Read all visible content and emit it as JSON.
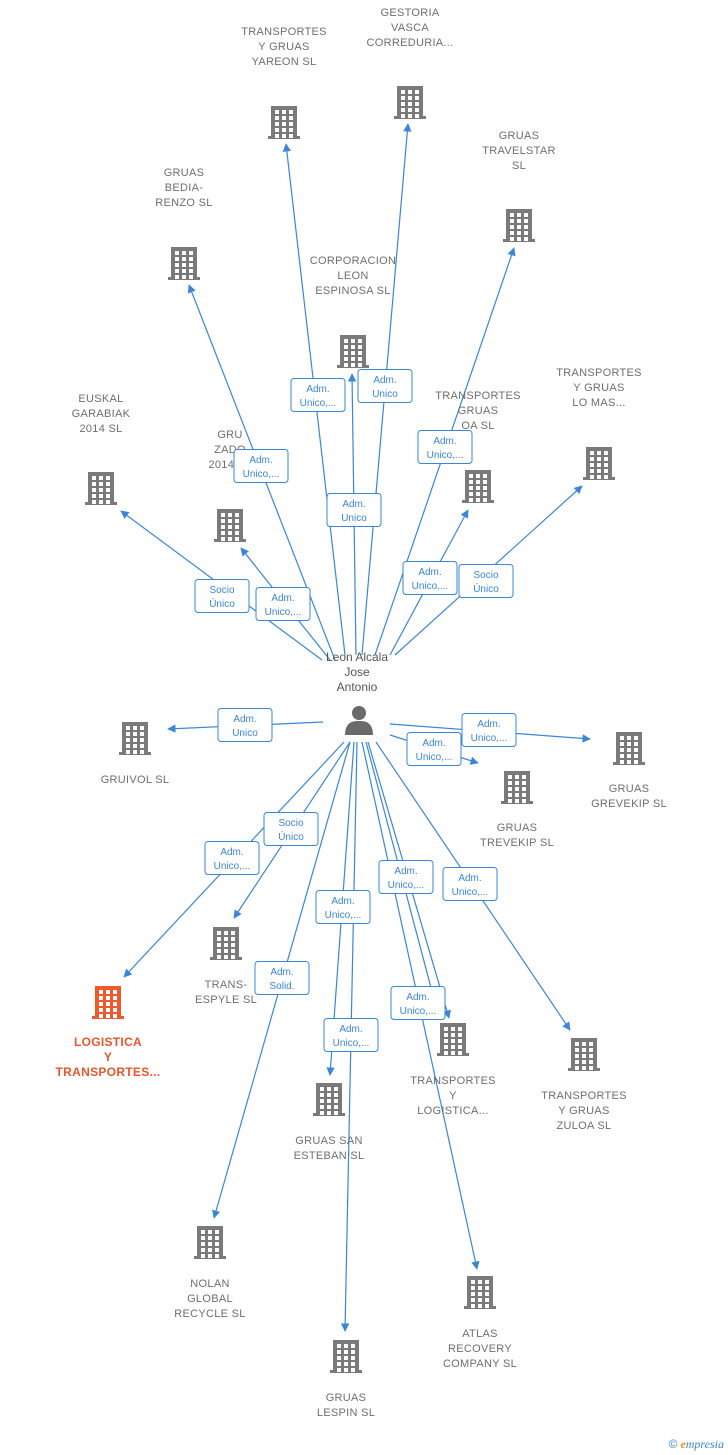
{
  "center_person": {
    "id": "person",
    "lines": [
      "Leon Alcala",
      "Jose",
      "Antonio"
    ],
    "icon": "person-icon"
  },
  "companies": [
    {
      "id": "yareon",
      "lines": [
        "TRANSPORTES",
        "Y GRUAS",
        "YAREON  SL"
      ],
      "icon": "building-icon"
    },
    {
      "id": "gestoria",
      "lines": [
        "GESTORIA",
        "VASCA",
        "CORREDURIA..."
      ],
      "icon": "building-icon"
    },
    {
      "id": "travelstar",
      "lines": [
        "GRUAS",
        "TRAVELSTAR",
        "SL"
      ],
      "icon": "building-icon"
    },
    {
      "id": "bediarenzo",
      "lines": [
        "GRUAS",
        "BEDIA-",
        "RENZO  SL"
      ],
      "icon": "building-icon"
    },
    {
      "id": "corporacion",
      "lines": [
        "CORPORACION",
        "LEON",
        "ESPINOSA SL"
      ],
      "icon": "building-icon"
    },
    {
      "id": "transzuloa2",
      "lines": [
        "TRANSPORTES",
        "GRUAS",
        "OA  SL"
      ],
      "icon": "building-icon"
    },
    {
      "id": "lomas",
      "lines": [
        "TRANSPORTES",
        "Y GRUAS",
        "LO MAS..."
      ],
      "icon": "building-icon"
    },
    {
      "id": "euskal",
      "lines": [
        "EUSKAL",
        "GARABIAK",
        "2014  SL"
      ],
      "icon": "building-icon"
    },
    {
      "id": "zadorra",
      "lines": [
        "GRU",
        "ZADO",
        "2014  SL"
      ],
      "icon": "building-icon"
    },
    {
      "id": "gruivol",
      "lines": [
        "GRUIVOL SL"
      ],
      "icon": "building-icon"
    },
    {
      "id": "grevekip",
      "lines": [
        "GRUAS",
        "GREVEKIP  SL"
      ],
      "icon": "building-icon"
    },
    {
      "id": "trevekip",
      "lines": [
        "GRUAS",
        "TREVEKIP  SL"
      ],
      "icon": "building-icon"
    },
    {
      "id": "transespyle",
      "lines": [
        "TRANS-",
        "ESPYLE  SL"
      ],
      "icon": "building-icon"
    },
    {
      "id": "logistica",
      "lines": [
        "LOGISTICA",
        "Y",
        "TRANSPORTES..."
      ],
      "icon": "building-icon",
      "highlight": true
    },
    {
      "id": "translogistica",
      "lines": [
        "TRANSPORTES",
        "Y",
        "LOGISTICA..."
      ],
      "icon": "building-icon"
    },
    {
      "id": "zuloa",
      "lines": [
        "TRANSPORTES",
        "Y GRUAS",
        "ZULOA  SL"
      ],
      "icon": "building-icon"
    },
    {
      "id": "sanesteban",
      "lines": [
        "GRUAS SAN",
        "ESTEBAN  SL"
      ],
      "icon": "building-icon"
    },
    {
      "id": "nolan",
      "lines": [
        "NOLAN",
        "GLOBAL",
        "RECYCLE  SL"
      ],
      "icon": "building-icon"
    },
    {
      "id": "atlas",
      "lines": [
        "ATLAS",
        "RECOVERY",
        "COMPANY  SL"
      ],
      "icon": "building-icon"
    },
    {
      "id": "lespin",
      "lines": [
        "GRUAS",
        "LESPIN  SL"
      ],
      "icon": "building-icon"
    }
  ],
  "edges": [
    {
      "to": "yareon",
      "label": [
        "Adm.",
        "Unico,..."
      ]
    },
    {
      "to": "gestoria",
      "label": [
        "Adm.",
        "Unico"
      ]
    },
    {
      "to": "travelstar",
      "label": [
        "Adm.",
        "Unico,..."
      ]
    },
    {
      "to": "bediarenzo",
      "label": [
        "Adm.",
        "Unico,..."
      ]
    },
    {
      "to": "corporacion",
      "label": [
        "Adm.",
        "Unico"
      ]
    },
    {
      "to": "transzuloa2",
      "label": [
        "Adm.",
        "Unico,..."
      ]
    },
    {
      "to": "lomas",
      "label": [
        "Socio",
        "Único"
      ]
    },
    {
      "to": "euskal",
      "label": [
        "Socio",
        "Único"
      ]
    },
    {
      "to": "zadorra",
      "label": [
        "Adm.",
        "Unico,..."
      ]
    },
    {
      "to": "gruivol",
      "label": [
        "Adm.",
        "Unico"
      ]
    },
    {
      "to": "grevekip",
      "label": [
        "Adm.",
        "Unico,..."
      ]
    },
    {
      "to": "trevekip",
      "label": [
        "Adm.",
        "Unico,..."
      ]
    },
    {
      "to": "transespyle",
      "label": [
        "Socio",
        "Único"
      ]
    },
    {
      "to": "logistica",
      "label": [
        "Adm.",
        "Unico,..."
      ]
    },
    {
      "to": "translogistica",
      "label": [
        "Adm.",
        "Unico,..."
      ]
    },
    {
      "to": "zuloa",
      "label": [
        "Adm.",
        "Unico,..."
      ]
    },
    {
      "to": "sanesteban",
      "label": [
        "Adm.",
        "Unico,..."
      ]
    },
    {
      "to": "nolan",
      "label": [
        "Adm.",
        "Solid."
      ]
    },
    {
      "to": "atlas",
      "label": [
        "Adm.",
        "Unico,..."
      ]
    },
    {
      "to": "lespin",
      "label": [
        "Adm.",
        "Unico,..."
      ]
    },
    {
      "to": "translogistica",
      "label": [
        "Adm.",
        "Unico,..."
      ]
    }
  ],
  "colors": {
    "edge": "#3a86d8",
    "building": "#7a7a7a",
    "building_highlight": "#ef5a2c",
    "person": "#6a6a6a"
  },
  "footer": {
    "copyright": "©",
    "brand_first": "e",
    "brand_rest": "mpresia"
  }
}
